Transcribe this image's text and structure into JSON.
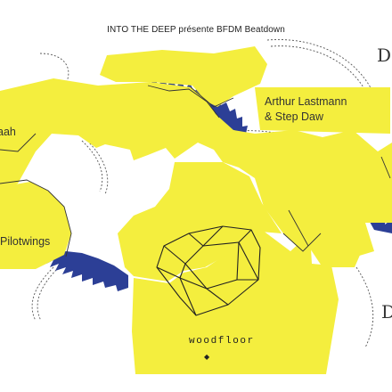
{
  "header": {
    "title": "INTO THE DEEP présente BFDM Beatdown"
  },
  "artists": {
    "main_line1": "Arthur Lastmann",
    "main_line2": "& Step Daw",
    "left_partial": "aah",
    "left_lower": "Pilotwings"
  },
  "venue": {
    "name": "woodfloor",
    "marker": "◆"
  },
  "decor": {
    "corner_glyph": "D"
  },
  "colors": {
    "background": "#ffffff",
    "accent_yellow": "#f4ee3e",
    "blade_blue": "#2c3f96",
    "ink": "#222222"
  }
}
